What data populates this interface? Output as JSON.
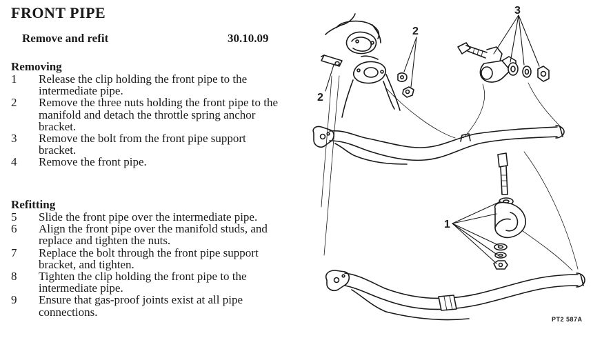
{
  "header": {
    "title": "FRONT PIPE",
    "operation": "Remove and refit",
    "op_code": "30.10.09"
  },
  "removing": {
    "heading": "Removing",
    "steps": [
      {
        "num": "1",
        "text": "Release the clip holding the front pipe to the intermediate pipe."
      },
      {
        "num": "2",
        "text": "Remove the three nuts holding the front pipe to the manifold and detach the throttle spring anchor bracket."
      },
      {
        "num": "3",
        "text": "Remove the bolt from the front pipe support bracket."
      },
      {
        "num": "4",
        "text": "Remove the front pipe."
      }
    ]
  },
  "refitting": {
    "heading": "Refitting",
    "steps": [
      {
        "num": "5",
        "text": "Slide the front pipe over the intermediate pipe."
      },
      {
        "num": "6",
        "text": "Align the front pipe over the manifold studs, and replace and tighten the nuts."
      },
      {
        "num": "7",
        "text": "Replace the bolt through the front pipe support bracket, and tighten."
      },
      {
        "num": "8",
        "text": "Tighten the clip holding the front pipe to the intermediate pipe."
      },
      {
        "num": "9",
        "text": "Ensure that gas-proof joints exist at all pipe connections."
      }
    ]
  },
  "figure": {
    "callouts": {
      "c1": "1",
      "c2a": "2",
      "c2b": "2",
      "c3": "3"
    },
    "reference": "PT2 587A"
  }
}
